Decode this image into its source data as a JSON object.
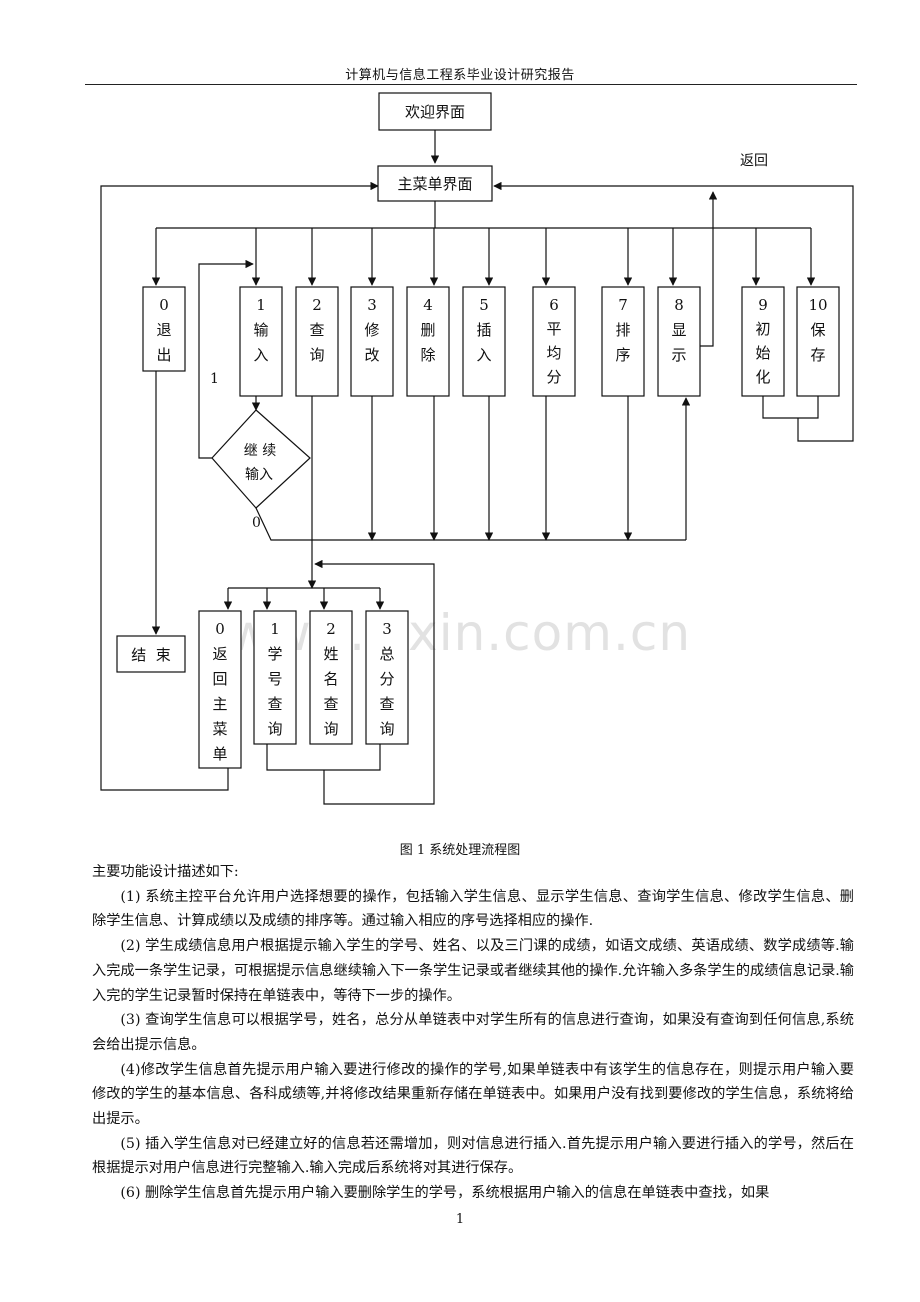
{
  "header": {
    "title": "计算机与信息工程系毕业设计研究报告"
  },
  "flowchart": {
    "welcome": "欢迎界面",
    "main_menu": "主菜单界面",
    "return_label": "返回",
    "options": [
      {
        "id": "exit",
        "chars": [
          "0",
          "退",
          "出"
        ]
      },
      {
        "id": "input",
        "chars": [
          "1",
          "输",
          "入"
        ]
      },
      {
        "id": "query",
        "chars": [
          "2",
          "查",
          "询"
        ]
      },
      {
        "id": "modify",
        "chars": [
          "3",
          "修",
          "改"
        ]
      },
      {
        "id": "delete",
        "chars": [
          "4",
          "删",
          "除"
        ]
      },
      {
        "id": "insert",
        "chars": [
          "5",
          "插",
          "入"
        ]
      },
      {
        "id": "average",
        "chars": [
          "6",
          "平",
          "均",
          "分"
        ]
      },
      {
        "id": "sort",
        "chars": [
          "7",
          "排",
          "序"
        ]
      },
      {
        "id": "display",
        "chars": [
          "8",
          "显",
          "示"
        ]
      },
      {
        "id": "init",
        "chars": [
          "9",
          "初",
          "始",
          "化"
        ]
      },
      {
        "id": "save",
        "chars": [
          "10",
          "保",
          "存"
        ]
      }
    ],
    "decision_line1": "继 续",
    "decision_line2": "输入",
    "yes_label": "1",
    "no_label": "0",
    "end": "结  束",
    "sub_options": [
      {
        "id": "return-main",
        "chars": [
          "0",
          "返",
          "回",
          "主",
          "菜",
          "单"
        ]
      },
      {
        "id": "by-number",
        "chars": [
          "1",
          "学",
          "号",
          "查",
          "询"
        ]
      },
      {
        "id": "by-name",
        "chars": [
          "2",
          "姓",
          "名",
          "查",
          "询"
        ]
      },
      {
        "id": "by-total",
        "chars": [
          "3",
          "总",
          "分",
          "查",
          "询"
        ]
      }
    ]
  },
  "watermark": "www.zixin.com.cn",
  "caption": "图 1  系统处理流程图",
  "body": {
    "lead": "主要功能设计描述如下:",
    "paragraphs": [
      "(1) 系统主控平台允许用户选择想要的操作，包括输入学生信息、显示学生信息、查询学生信息、修改学生信息、删除学生信息、计算成绩以及成绩的排序等。通过输入相应的序号选择相应的操作.",
      "(2) 学生成绩信息用户根据提示输入学生的学号、姓名、以及三门课的成绩，如语文成绩、英语成绩、数学成绩等.输入完成一条学生记录，可根据提示信息继续输入下一条学生记录或者继续其他的操作.允许输入多条学生的成绩信息记录.输入完的学生记录暂时保持在单链表中，等待下一步的操作。",
      "(3) 查询学生信息可以根据学号，姓名，总分从单链表中对学生所有的信息进行查询，如果没有查询到任何信息,系统会给出提示信息。",
      "(4)修改学生信息首先提示用户输入要进行修改的操作的学号,如果单链表中有该学生的信息存在，则提示用户输入要修改的学生的基本信息、各科成绩等,并将修改结果重新存储在单链表中。如果用户没有找到要修改的学生信息，系统将给出提示。",
      "(5) 插入学生信息对已经建立好的信息若还需增加，则对信息进行插入.首先提示用户输入要进行插入的学号，然后在根据提示对用户信息进行完整输入.输入完成后系统将对其进行保存。",
      "(6) 删除学生信息首先提示用户输入要删除学生的学号，系统根据用户输入的信息在单链表中查找，如果"
    ]
  },
  "page_number": "1"
}
